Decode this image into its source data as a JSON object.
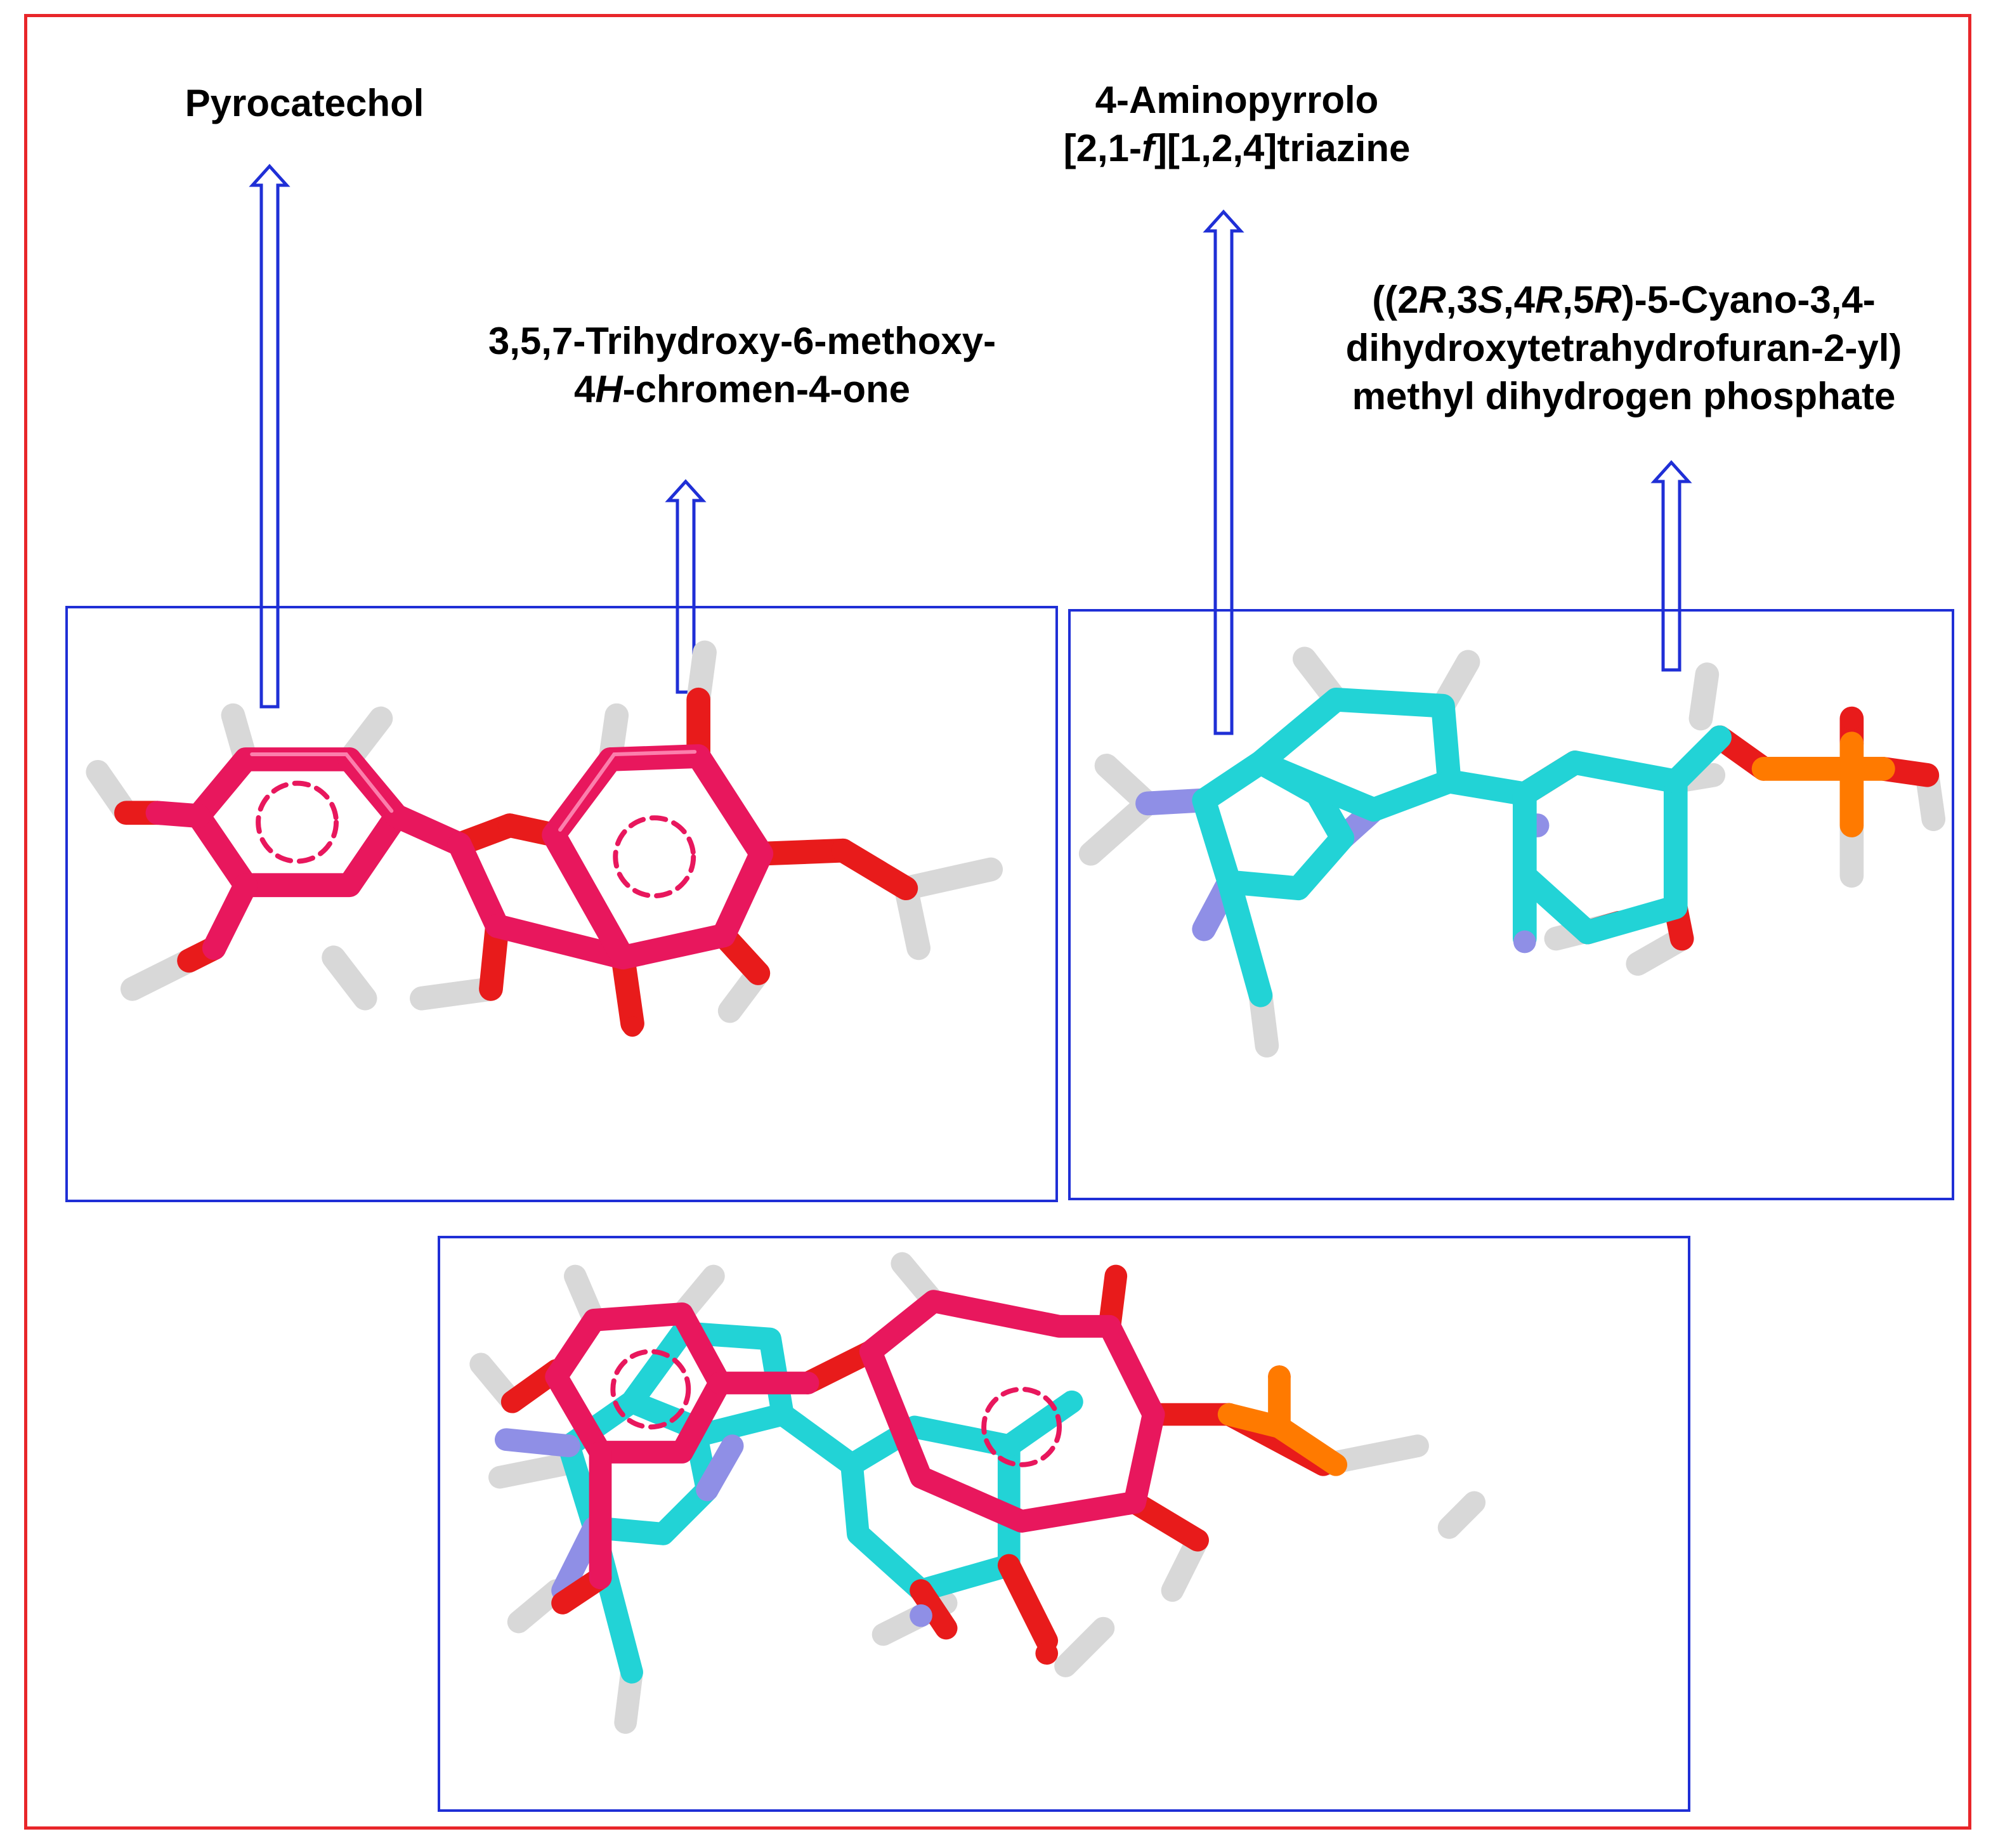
{
  "labels": {
    "pyrocatechol": "Pyrocatechol",
    "chromenone_line1": "3,5,7-Trihydroxy-6-methoxy-",
    "chromenone_line2_pre": "4",
    "chromenone_line2_italic": "H",
    "chromenone_line2_post": "-chromen-4-one",
    "aminopyrrolo_line1": "4-Aminopyrrolo",
    "aminopyrrolo_line2_pre": "[2,1-",
    "aminopyrrolo_line2_italic": "f",
    "aminopyrrolo_line2_post": "][1,2,4]triazine",
    "phosphate_line1_a": "((2",
    "phosphate_line1_b": "R",
    "phosphate_line1_c": ",3",
    "phosphate_line1_d": "S",
    "phosphate_line1_e": ",4",
    "phosphate_line1_f": "R",
    "phosphate_line1_g": ",5",
    "phosphate_line1_h": "R",
    "phosphate_line1_i": ")-5-Cyano-3,4-",
    "phosphate_line2": "dihydroxytetrahydrofuran-2-yl)",
    "phosphate_line3": "methyl dihydrogen phosphate"
  },
  "colors": {
    "frame": "#e8262a",
    "box": "#1f2fd6",
    "magenta_carbon": "#e8175d",
    "cyan_carbon": "#22d3d6",
    "nitrogen": "#8f8fe6",
    "oxygen": "#e81b1b",
    "phosphorus": "#ff7a00",
    "hydrogen": "#d8d8d8"
  }
}
